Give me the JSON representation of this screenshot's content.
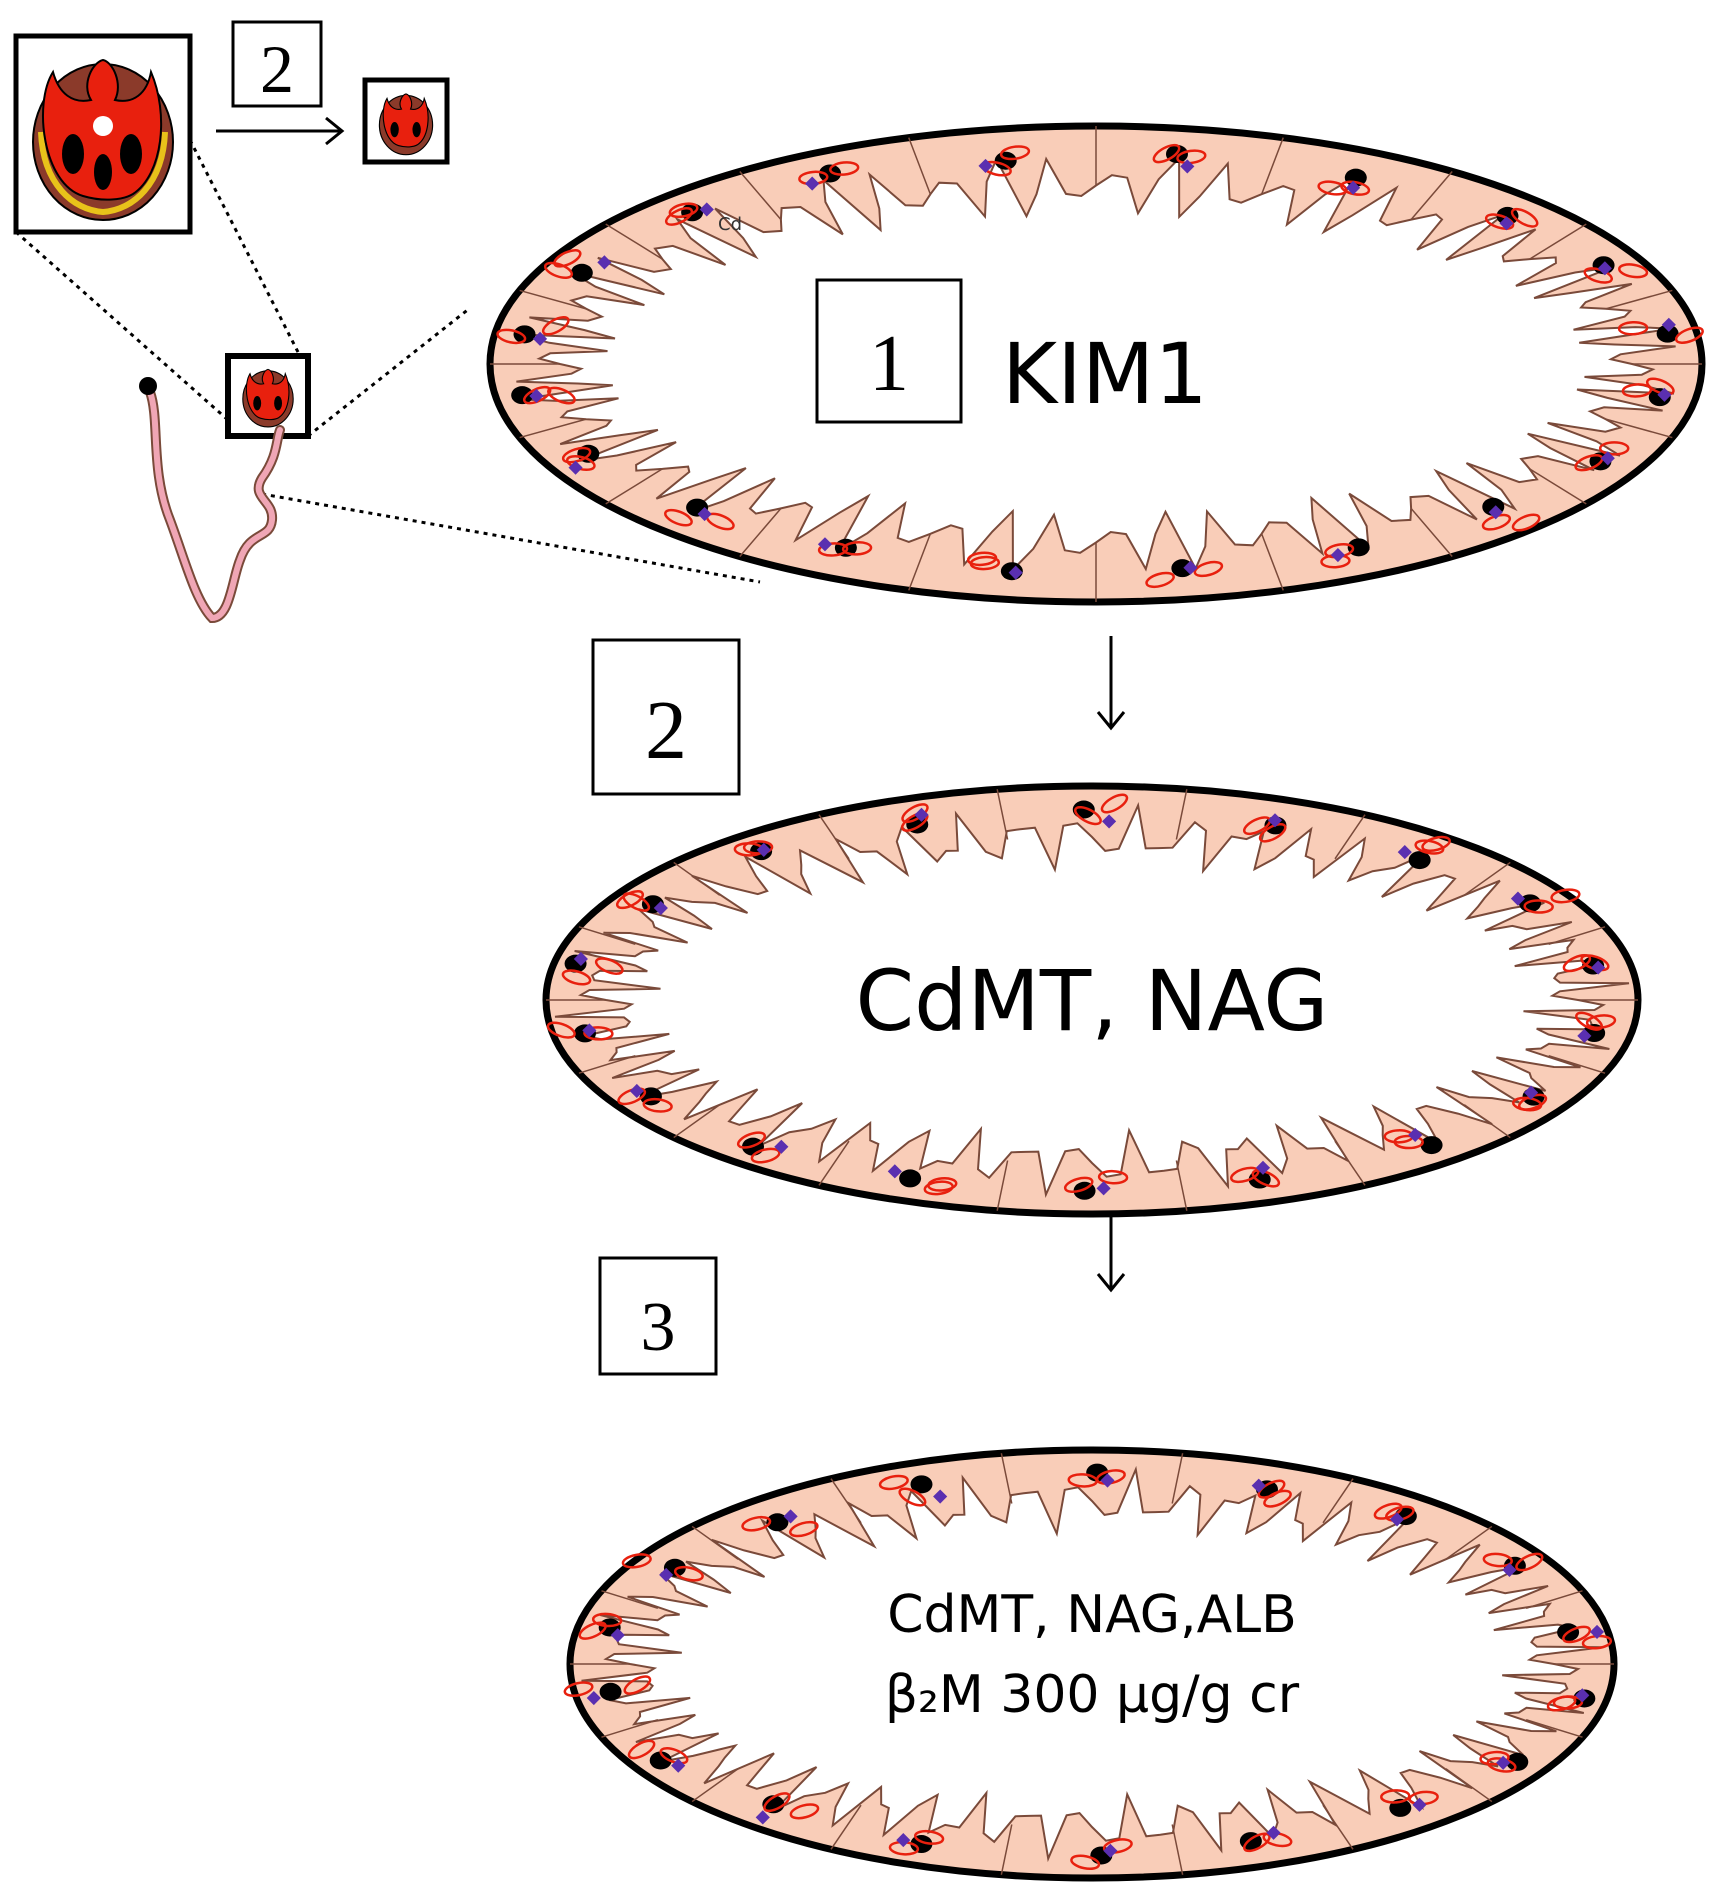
{
  "diagram": {
    "top_step_label": "2",
    "tubule_1": {
      "step_label": "1",
      "marker_text": "KIM1",
      "cd_label": "Cd"
    },
    "tubule_2": {
      "step_label": "2",
      "marker_text": "CdMT, NAG"
    },
    "tubule_3": {
      "step_label": "3",
      "marker_line1": "CdMT, NAG,ALB",
      "marker_line2": "β₂M 300 μg/g cr"
    }
  },
  "colors": {
    "cell_fill": "#f9cdb8",
    "cell_stroke": "#7a4a3a",
    "mitochondria": "#e8200e",
    "nucleus": "#000000",
    "cd_granule": "#5a2fb0",
    "glomerulus_red": "#e8200e",
    "glomerulus_brown": "#8b3a2a",
    "capsule_yellow": "#e8c21a",
    "nephron_pink": "#f0a6b5"
  }
}
